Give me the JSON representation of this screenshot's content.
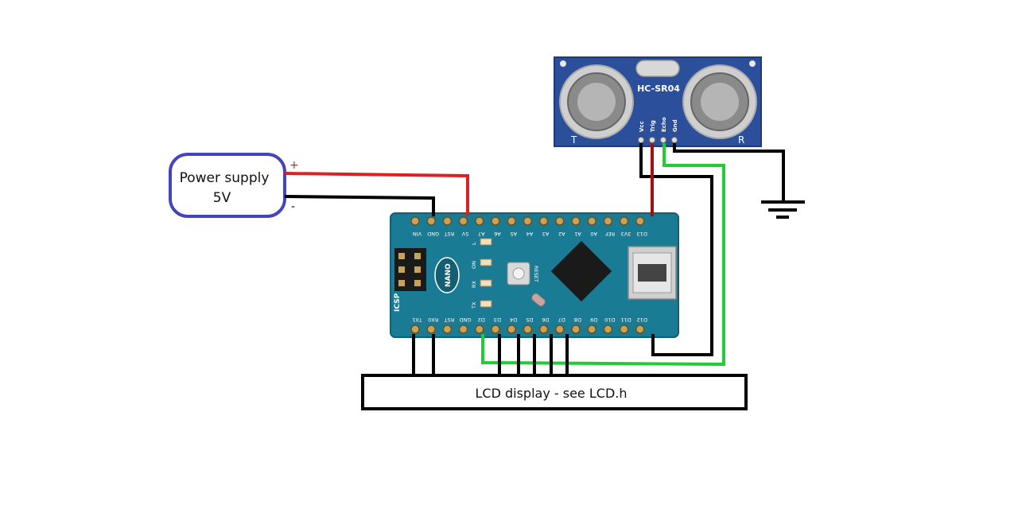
{
  "power_supply": {
    "line1": "Power supply",
    "line2": "5V",
    "plus": "+",
    "minus": "-"
  },
  "lcd": {
    "label": "LCD display - see LCD.h"
  },
  "sensor": {
    "name": "HC-SR04",
    "pins": [
      "Vcc",
      "Trig",
      "Echo",
      "Gnd"
    ],
    "left_mark": "T",
    "right_mark": "R"
  },
  "arduino": {
    "top_pins": [
      "VIN",
      "GND",
      "RST",
      "5V",
      "A7",
      "A6",
      "A5",
      "A4",
      "A3",
      "A2",
      "A1",
      "A0",
      "REF",
      "3V3",
      "D13"
    ],
    "bottom_pins": [
      "TX1",
      "RX0",
      "RST",
      "GND",
      "D2",
      "D3",
      "D4",
      "D5",
      "D6",
      "D7",
      "D8",
      "D9",
      "D10",
      "D11",
      "D12"
    ],
    "leds": [
      "L",
      "ON",
      "RX",
      "TX"
    ],
    "board_text": "NANO",
    "icsp": "ICSP",
    "reset": "RESET"
  },
  "colors": {
    "power_box_border": "#4444bb",
    "wire_red": "#e02020",
    "wire_dark_red": "#a01010",
    "wire_black": "#000000",
    "wire_green": "#22cc33",
    "board": "#1a7b94",
    "sensor_board": "#2b4f9a"
  }
}
